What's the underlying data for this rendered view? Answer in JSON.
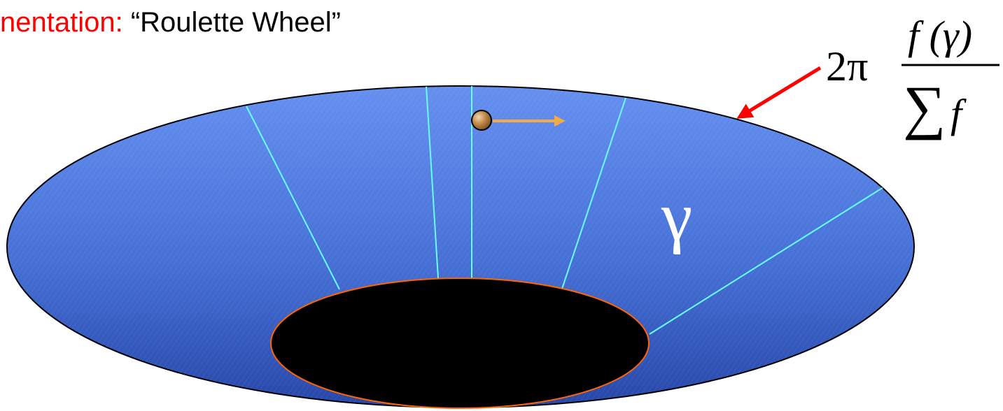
{
  "heading": {
    "lead": "nentation:",
    "quoted": "“Roulette Wheel”"
  },
  "wheel_label": "γ",
  "formula": {
    "coefficient": "2π",
    "numerator": "f (γ)",
    "denominator_symbol": "∑",
    "denominator_var": "f"
  },
  "colors": {
    "heading_lead": "#ff0000",
    "wheel_fill_top": "#5d86e8",
    "wheel_fill_bottom": "#2a4fb0",
    "wheel_outline": "#000000",
    "divider_lines": "#66ffff",
    "hole_fill": "#000000",
    "hole_outline": "#ff6600",
    "ball": "#b07a3c",
    "ball_arrow": "#f5a947",
    "pointer_arrow": "#ff0000"
  }
}
